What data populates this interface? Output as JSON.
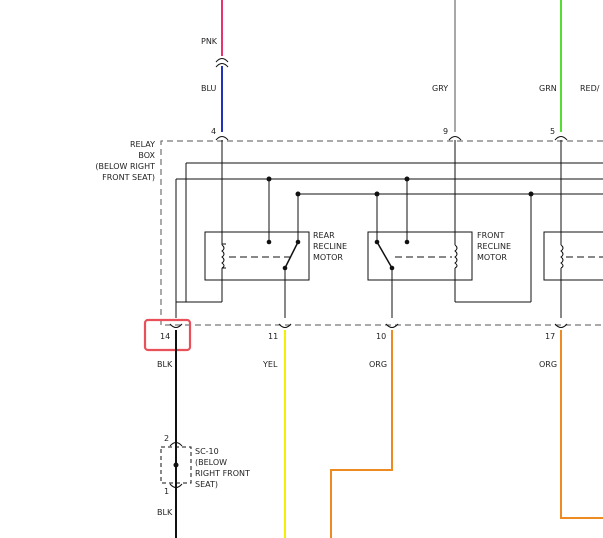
{
  "colors": {
    "pnk": "#e8336e",
    "blu": "#2233bb",
    "gry": "#a8a8a8",
    "grn": "#55dd33",
    "blk": "#111111",
    "yel": "#f2f200",
    "org": "#ee8a22",
    "highlight": "#e8505a",
    "frame": "#555555"
  },
  "wires": {
    "pnk": "PNK",
    "blu": "BLU",
    "gry": "GRY",
    "grn": "GRN",
    "red": "RED/",
    "blk_top": "BLK",
    "blk_bottom": "BLK",
    "yel": "YEL",
    "org_left": "ORG",
    "org_right": "ORG"
  },
  "pins": {
    "p4": "4",
    "p9": "9",
    "p5": "5",
    "p14": "14",
    "p11": "11",
    "p10": "10",
    "p17": "17",
    "p2": "2",
    "p1": "1"
  },
  "relay_box": {
    "l1": "RELAY",
    "l2": "BOX",
    "l3": "(BELOW RIGHT",
    "l4": "FRONT SEAT)"
  },
  "rear_motor": {
    "l1": "REAR",
    "l2": "RECLINE",
    "l3": "MOTOR"
  },
  "front_motor": {
    "l1": "FRONT",
    "l2": "RECLINE",
    "l3": "MOTOR"
  },
  "sc10": {
    "l1": "SC-10",
    "l2": "(BELOW",
    "l3": "RIGHT FRONT",
    "l4": "SEAT)"
  }
}
